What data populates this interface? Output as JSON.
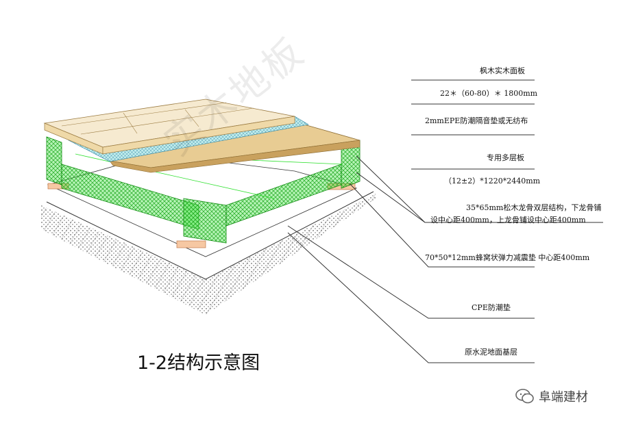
{
  "title": "1-2结构示意图",
  "watermark": "实木地板",
  "brand": {
    "icon": "wechat-icon",
    "name": "阜端建材"
  },
  "labels": {
    "l1": "枫木实木面板",
    "l2": "22＊（60-80）＊ 1800mm",
    "l3": "2mmEPE防潮隔音垫或无纺布",
    "l4": "专用多层板",
    "l5": "（12±2）*1220*2440mm",
    "l6a": "35*65mm松木龙骨双层结构，下龙骨铺",
    "l6b": "设中心距400mm，上龙骨铺设中心距400mm",
    "l7": "70*50*12mm蜂窝状弹力减震垫   中心距400mm",
    "l8": "CPE防潮垫",
    "l9": "原水泥地面基层"
  },
  "colors": {
    "wood": "#f2dfb3",
    "plywood": "#d9b77a",
    "mat": "#9fe0e0",
    "joist": "#2fe02f",
    "pad": "#f6c8a3",
    "line": "#333333"
  }
}
